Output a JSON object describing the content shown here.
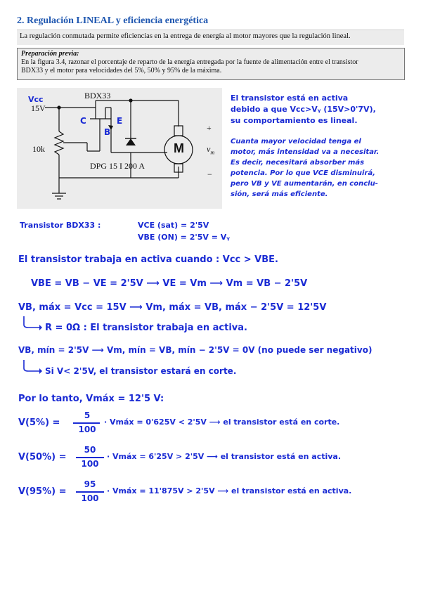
{
  "document": {
    "section_title": "2. Regulación LINEAL y eficiencia energética",
    "intro": "La regulación conmutada permite eficiencias en la entrega de energía al motor mayores que la regulación lineal.",
    "prep_title": "Preparación previa:",
    "prep_line1": "En la figura 3.4, razonar el porcentaje de reparto de la energía entregada por la fuente de alimentación entre el transistor",
    "prep_line2": "BDX33 y el motor para velocidades del 5%, 50% y 95% de la máxima."
  },
  "circuit": {
    "vcc_label": "Vcc",
    "vcc_value": "15V",
    "transistor": "BDX33",
    "resistor": "10k",
    "diode": "DPG 15 I 200 A",
    "motor": "M",
    "vm": "v",
    "vm_sub": "m",
    "plus": "+",
    "minus": "−",
    "c_label": "C",
    "e_label": "E",
    "b_label": "B"
  },
  "notes": {
    "side1": "El transistor está en activa",
    "side2": "debido a que Vcc>Vᵧ (15V>0'7V),",
    "side3": "su comportamiento es lineal.",
    "side4": "Cuanta mayor velocidad tenga el",
    "side5": "motor, más intensidad va a necesitar.",
    "side6": "Es decir, necesitará absorber más",
    "side7": "potencia. Por lo que VCE disminuirá,",
    "side8": "pero VB y VE aumentarán, en conclu-",
    "side9": "sión, será más eficiente.",
    "t_label": "Transistor BDX33 :",
    "vce_sat": "VCE (sat) = 2'5V",
    "vbe_on": "VBE (ON) = 2'5V = Vᵧ",
    "active_when": "El transistor trabaja en activa cuando : Vcc > VBE.",
    "vbe_eq": "VBE = VB − VE = 2'5V  ⟶ VE = Vm ⟶  Vm = VB − 2'5V",
    "vb_max": "VB, máx = Vcc = 15V ⟶ Vm, máx = VB, máx − 2'5V = 12'5V",
    "r0": "R = 0Ω  : El transistor trabaja en activa.",
    "vb_min": "VB, mín = 2'5V ⟶ Vm, mín = VB, mín − 2'5V =  0V (no puede ser negativo)",
    "v_lt": "Si V< 2'5V, el transistor estará en corte.",
    "por_lo_tanto": "Por lo tanto, Vmáx = 12'5 V:",
    "eq1_lhs": "V(5%) =",
    "eq1_num": "5",
    "eq1_den": "100",
    "eq1_rhs": "· Vmáx = 0'625V < 2'5V ⟶ el transistor está en corte.",
    "eq2_lhs": "V(50%) =",
    "eq2_num": "50",
    "eq2_den": "100",
    "eq2_rhs": "· Vmáx = 6'25V > 2'5V ⟶ el transistor está en activa.",
    "eq3_lhs": "V(95%) =",
    "eq3_num": "95",
    "eq3_den": "100",
    "eq3_rhs": "· Vmáx = 11'875V > 2'5V ⟶ el transistor está en activa."
  },
  "colors": {
    "heading": "#1f57b0",
    "ink": "#1a2bd4",
    "panel": "#ececec"
  }
}
